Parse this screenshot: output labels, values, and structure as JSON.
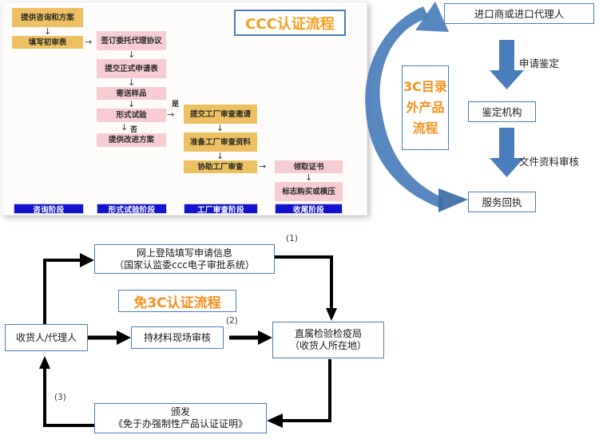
{
  "ccc_chart": {
    "title": "CCC认证流程",
    "nodes": {
      "consult": "提供咨询和方案",
      "initial_form": "填写初审表",
      "agency_agreement": "签订委托代理协议",
      "formal_application": "提交正式申请表",
      "send_samples": "寄送样品",
      "type_test": "形式试验",
      "improvement_plan": "提供改进方案",
      "factory_invite": "提交工厂审查邀请",
      "factory_materials": "准备工厂审查资料",
      "factory_assist": "协助工厂审查",
      "get_certificate": "领取证书",
      "mark_purchase": "标志购买或模压"
    },
    "branch_labels": {
      "yes": "是",
      "no": "否"
    },
    "stages": [
      "咨询阶段",
      "形式试验阶段",
      "工厂审查阶段",
      "收尾阶段"
    ],
    "colors": {
      "gold": "#edc161",
      "pink": "#f7ccd2",
      "stage_bar": "#1414cf",
      "title_text": "#f5a01e",
      "border": "#4a7ebb"
    }
  },
  "outside_catalogue": {
    "title": "3C目录外产品流程",
    "nodes": {
      "importer": "进口商或进口代理人",
      "appraisal_org": "鉴定机构",
      "service_receipt": "服务回执"
    },
    "edge_labels": {
      "apply_appraisal": "申请鉴定",
      "document_review": "文件资料审核"
    },
    "colors": {
      "arrow": "#4a7ebb",
      "title_text": "#f5911e",
      "border": "#4a7ebb"
    }
  },
  "exempt_flow": {
    "title": "免3C认证流程",
    "nodes": {
      "online_application_line1": "网上登陆填写申请信息",
      "online_application_line2": "（国家认监委ccc电子审批系统）",
      "consignee": "收货人/代理人",
      "onsite_review": "持材料现场审核",
      "bureau_line1": "直属检验检疫局",
      "bureau_line2": "（收货人所在地）",
      "issue_line1": "颁发",
      "issue_line2": "《免于办强制性产品认证证明》"
    },
    "step_numbers": [
      "(1)",
      "(2)",
      "(3)"
    ],
    "colors": {
      "border": "#4a7ebb",
      "arrow": "#000000",
      "title_text": "#f5911e"
    }
  }
}
